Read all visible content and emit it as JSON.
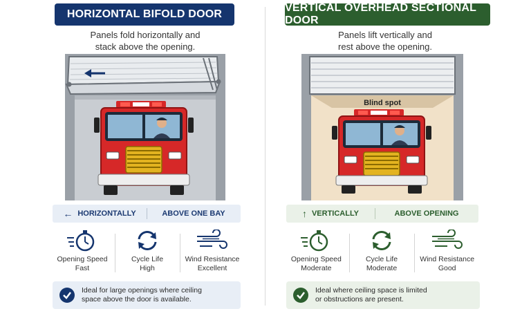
{
  "left": {
    "title": "HORIZONTAL BIFOLD DOOR",
    "subtitle_line1": "Panels fold horizontally and",
    "subtitle_line2": "stack above the opening.",
    "band_direction": "HORIZONTALLY",
    "band_position": "ABOVE ONE BAY",
    "metrics": [
      {
        "label": "Opening Speed",
        "value": "Fast",
        "icon": "stopwatch-icon"
      },
      {
        "label": "Cycle Life",
        "value": "High",
        "icon": "cycle-arrows-icon"
      },
      {
        "label": "Wind Resistance",
        "value": "Excellent",
        "icon": "wind-icon"
      }
    ],
    "ideal_line1": "Ideal for large openings where ceiling",
    "ideal_line2": "space above the door is available.",
    "accent": "#15356e"
  },
  "right": {
    "title": "VERTICAL OVERHEAD SECTIONAL DOOR",
    "subtitle_line1": "Panels lift vertically and",
    "subtitle_line2": "rest above the opening.",
    "scene_label": "Blind spot",
    "band_direction": "VERTICALLY",
    "band_position": "ABOVE OPENING",
    "metrics": [
      {
        "label": "Opening Speed",
        "value": "Moderate",
        "icon": "stopwatch-icon"
      },
      {
        "label": "Cycle Life",
        "value": "Moderate",
        "icon": "cycle-arrows-icon"
      },
      {
        "label": "Wind Resistance",
        "value": "Good",
        "icon": "wind-icon"
      }
    ],
    "ideal_line1": "Ideal where ceiling space is limited",
    "ideal_line2": "or obstructions are present.",
    "accent": "#2c5e2e"
  },
  "colors": {
    "truck_red": "#d62828",
    "frame_gray": "#8a8f96",
    "blind_spot_beige": "#f1e1c8"
  }
}
